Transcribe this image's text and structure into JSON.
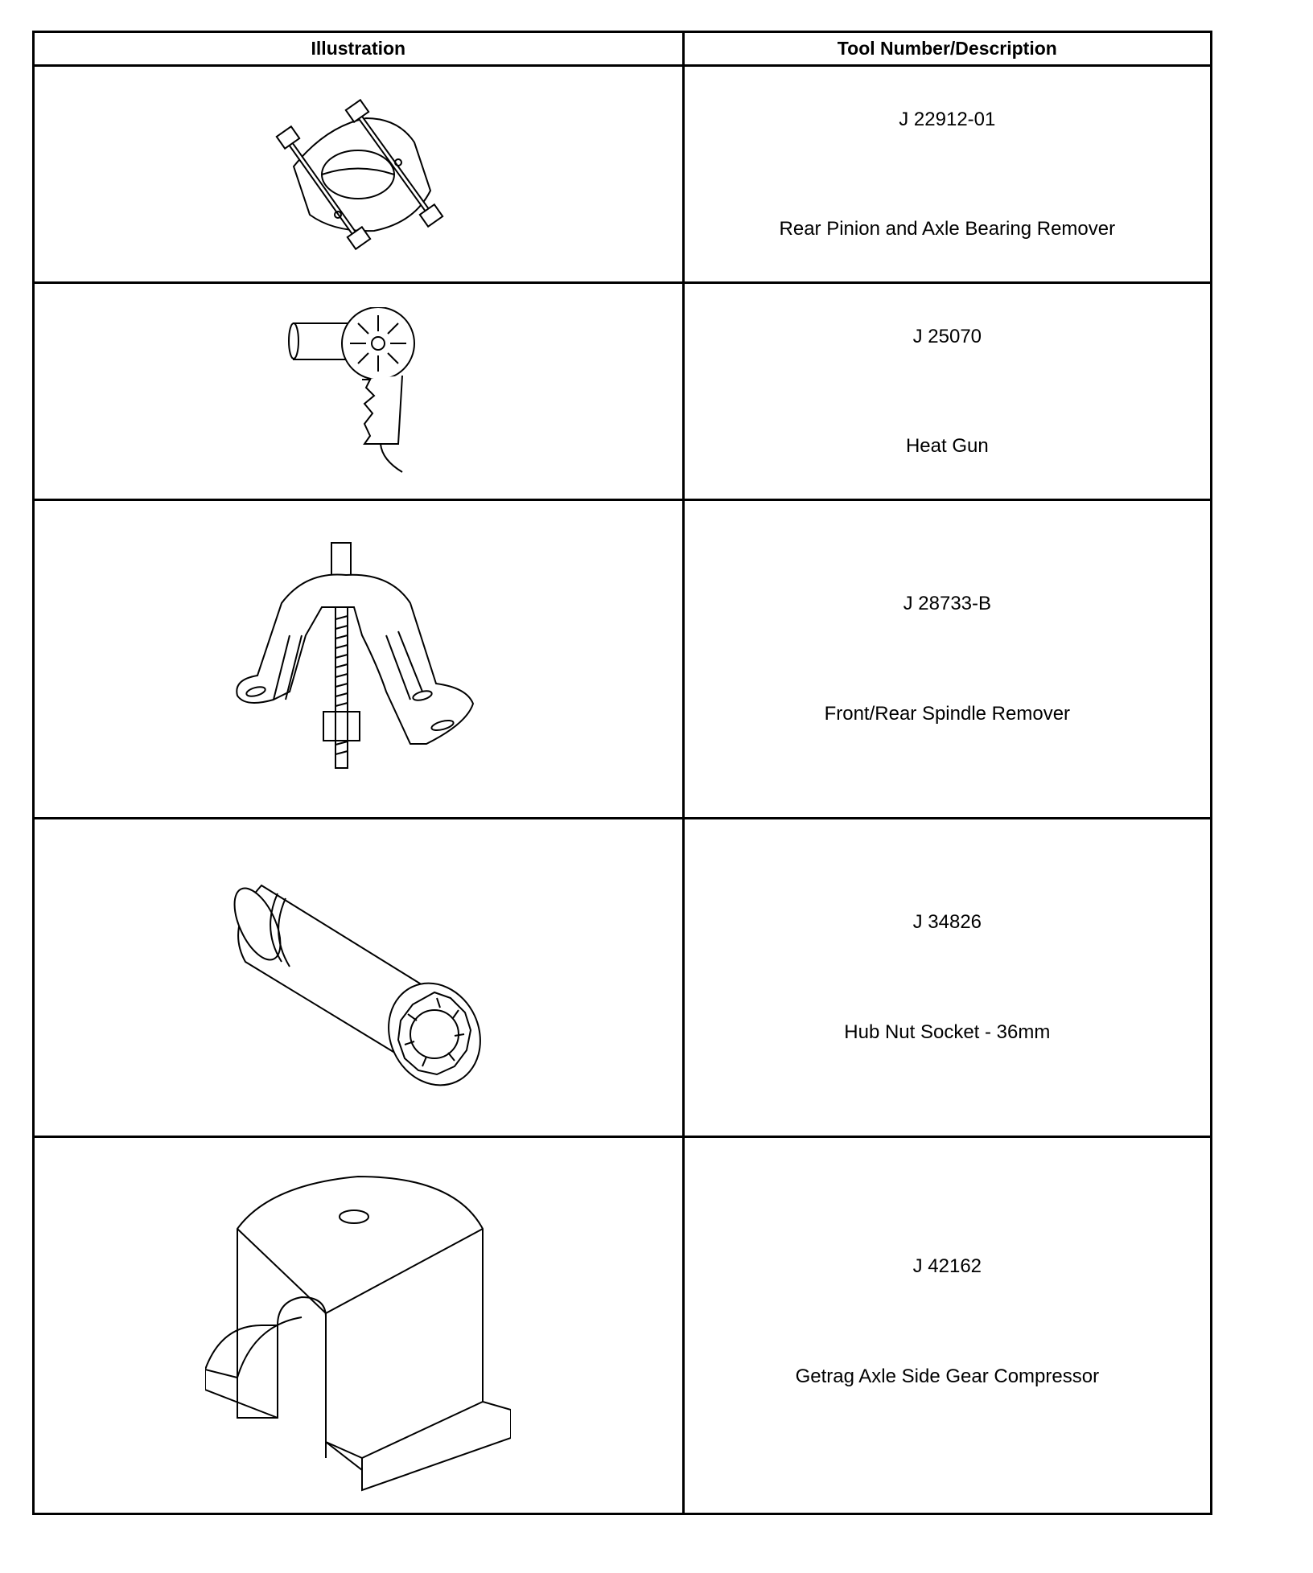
{
  "table": {
    "headers": {
      "illustration": "Illustration",
      "description": "Tool Number/Description"
    },
    "rows": [
      {
        "tool_number": "J 22912-01",
        "description": "Rear Pinion and Axle Bearing Remover",
        "icon": "bearing-separator-icon"
      },
      {
        "tool_number": "J 25070",
        "description": "Heat Gun",
        "icon": "heat-gun-icon"
      },
      {
        "tool_number": "J 28733-B",
        "description": "Front/Rear Spindle Remover",
        "icon": "spindle-remover-icon"
      },
      {
        "tool_number": "J 34826",
        "description": "Hub Nut Socket - 36mm",
        "icon": "hub-nut-socket-icon"
      },
      {
        "tool_number": "J 42162",
        "description": "Getrag Axle Side Gear Compressor",
        "icon": "gear-compressor-icon"
      }
    ]
  }
}
